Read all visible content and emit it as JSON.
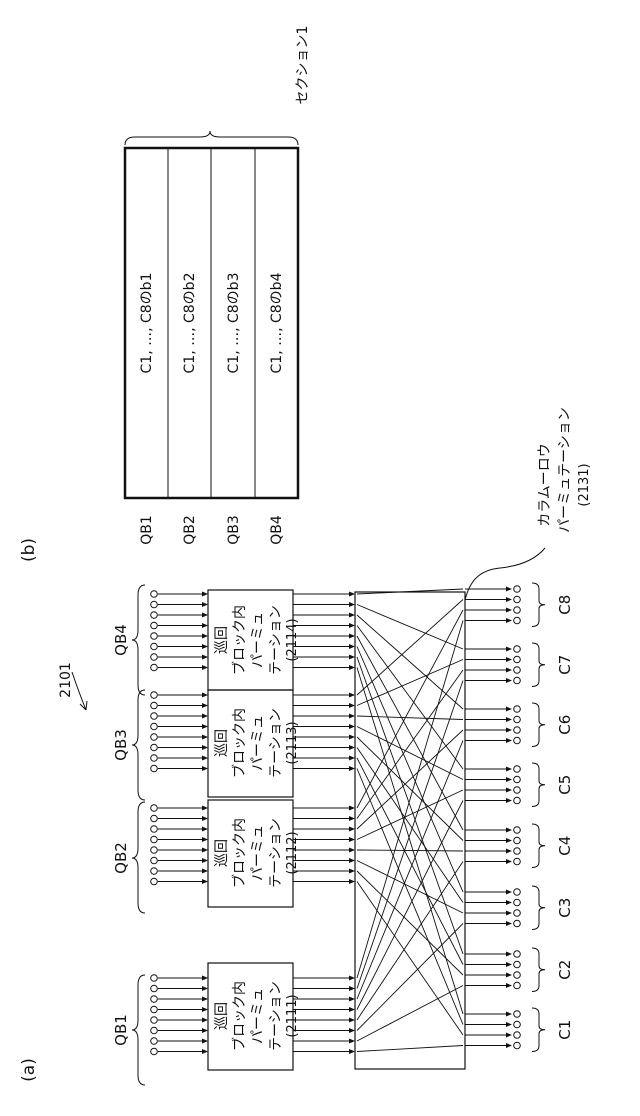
{
  "figure": {
    "ref_number": "2101",
    "panel_a_label": "(a)",
    "panel_b_label": "(b)"
  },
  "panel_a": {
    "groups": [
      {
        "label": "QB1",
        "box_line1": "巡回",
        "box_line2": "ブロック内",
        "box_line3": "パーミュ",
        "box_line4": "テーション",
        "box_ref": "(2111)"
      },
      {
        "label": "QB2",
        "box_line1": "巡回",
        "box_line2": "ブロック内",
        "box_line3": "パーミュ",
        "box_line4": "テーション",
        "box_ref": "(2112)"
      },
      {
        "label": "QB3",
        "box_line1": "巡回",
        "box_line2": "ブロック内",
        "box_line3": "パーミュ",
        "box_line4": "テーション",
        "box_ref": "(2113)"
      },
      {
        "label": "QB4",
        "box_line1": "巡回",
        "box_line2": "ブロック内",
        "box_line3": "パーミュ",
        "box_line4": "テーション",
        "box_ref": "(2114)"
      }
    ],
    "permutation": {
      "line1": "カラムーロウ",
      "line2": "パーミュテーション",
      "ref": "(2131)"
    },
    "outputs": [
      "C1",
      "C2",
      "C3",
      "C4",
      "C5",
      "C6",
      "C7",
      "C8"
    ]
  },
  "panel_b": {
    "section_label": "セクション1",
    "rows": [
      {
        "label": "QB1",
        "text": "C1, …, C8のb1"
      },
      {
        "label": "QB2",
        "text": "C1, …, C8のb2"
      },
      {
        "label": "QB3",
        "text": "C1, …, C8のb3"
      },
      {
        "label": "QB4",
        "text": "C1, …, C8のb4"
      }
    ]
  }
}
